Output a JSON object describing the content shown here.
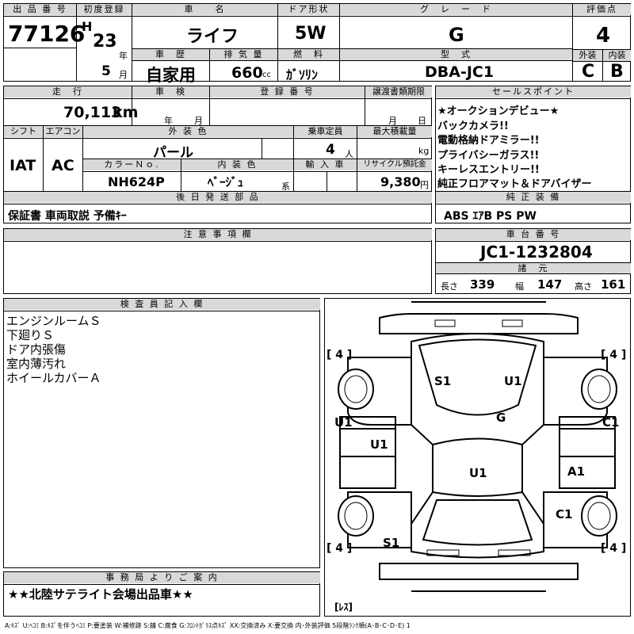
{
  "header": {
    "lot_label": "出 品 番 号",
    "lot_value": "77126",
    "first_reg_label": "初度登録",
    "era": "H",
    "year": "23",
    "year_unit": "年",
    "month": "5",
    "month_unit": "月",
    "car_name_label": "車　　名",
    "car_name": "ライフ",
    "door_label": "ドア形状",
    "door": "5W",
    "grade_label": "グ　レ　ー　ド",
    "grade": "G",
    "score_label": "評価点",
    "score": "4",
    "history_label": "車　歴",
    "history": "自家用",
    "displacement_label": "排 気 量",
    "displacement": "660",
    "displacement_unit": "cc",
    "fuel_label": "燃　料",
    "fuel": "ｶﾞｿﾘﾝ",
    "model_label": "型　式",
    "model": "DBA-JC1",
    "exterior_label": "外装",
    "exterior": "C",
    "interior_label": "内装",
    "interior": "B"
  },
  "row2": {
    "mileage_label": "走　行",
    "mileage": "70,113",
    "mileage_unit": "km",
    "inspection_label": "車　検",
    "insp_year_unit": "年",
    "insp_month_unit": "月",
    "reg_no_label": "登 録 番 号",
    "transfer_label": "譲渡書類期限",
    "transfer_month_unit": "月",
    "transfer_day_unit": "日",
    "shift_label": "シフト",
    "shift": "IAT",
    "ac_label": "エアコン",
    "ac": "AC",
    "ext_color_label": "外 装 色",
    "ext_color": "パール",
    "capacity_label": "乗車定員",
    "capacity": "4",
    "capacity_unit": "人",
    "max_load_label": "最大積載量",
    "max_load_unit": "kg",
    "color_no_label": "カラーＮｏ.",
    "color_no": "NH624P",
    "int_color_label": "内 装 色",
    "int_color": "ﾍﾞｰｼﾞｭ",
    "int_color_unit": "系",
    "import_label": "輸 入 車",
    "recycle_label": "リサイクル預託金",
    "recycle": "9,380",
    "recycle_unit": "円",
    "later_parts_label": "後 日 発 送 部 品",
    "later_parts": "保証書 車両取説 予備ｷｰ"
  },
  "sales": {
    "label": "セールスポイント",
    "lines": [
      "★オークションデビュー★",
      "バックカメラ!!",
      "電動格納ドアミラー!!",
      "プライバシーガラス!!",
      "キーレスエントリー!!",
      "純正フロアマット＆ドアバイザー"
    ]
  },
  "equipment": {
    "label": "純 正 装 備",
    "value": "ABS ｴｱB PS PW"
  },
  "notes": {
    "label": "注 意 事 項 欄"
  },
  "chassis": {
    "label": "車 台 番 号",
    "value": "JC1-1232804"
  },
  "specs": {
    "label": "諸　元",
    "length_label": "長さ",
    "length": "339",
    "width_label": "幅",
    "width": "147",
    "height_label": "高さ",
    "height": "161"
  },
  "inspector": {
    "label": "検 査 員 記 入 欄",
    "lines": [
      "エンジンルームＳ",
      "下廻りＳ",
      "ドア内張傷",
      "室内薄汚れ",
      "ホイールカバーＡ"
    ]
  },
  "office": {
    "label": "事 務 局 よ り ご 案 内",
    "value": "★★北陸サテライト会場出品車★★"
  },
  "diagram": {
    "tire_fl": "[ 4 ]",
    "tire_fr": "[ 4 ]",
    "tire_rl": "[ 4 ]",
    "tire_rr": "[ 4 ]",
    "spare": "[ﾚｽ]",
    "marks": {
      "s1_top": "S1",
      "u1_top": "U1",
      "g": "G",
      "u1_left": "U1",
      "c1_right": "C1",
      "u1_door": "U1",
      "u1_center": "U1",
      "a1": "A1",
      "c1_rear": "C1",
      "s1_rear": "S1"
    }
  },
  "legend": "A:ｷｽﾞ U:ﾍｺﾐ B:ｷｽﾞを伴うﾍｺﾐ P:要塗装 W:補修跡 S:錆 C:腐食 G:ﾌﾛﾝﾄｶﾞﾗｽ点ｷｽﾞ XX:交換済み X:要交換  内･外装評価 5段階ﾗﾝｸ順(A･B･C･D･E) 1"
}
